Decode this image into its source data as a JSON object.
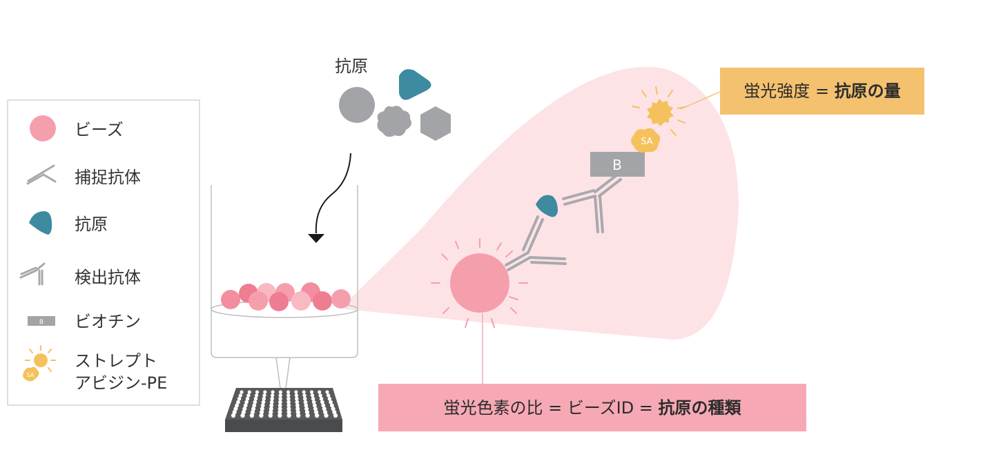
{
  "legend": {
    "items": [
      {
        "label": "ビーズ",
        "icon": "bead-icon"
      },
      {
        "label": "捕捉抗体",
        "icon": "capture-antibody-icon"
      },
      {
        "label": "抗原",
        "icon": "antigen-icon"
      },
      {
        "label": "検出抗体",
        "icon": "detection-antibody-icon"
      },
      {
        "label": "ビオチン",
        "icon": "biotin-icon"
      },
      {
        "label": "ストレプト",
        "icon": "streptavidin-pe-icon"
      },
      {
        "label": "アビジン-PE",
        "icon": ""
      }
    ],
    "biotin_symbol": "B",
    "sa_symbol": "SA"
  },
  "antigen_label": "抗原",
  "zoom": {
    "biotin_label": "B",
    "sa_label": "SA"
  },
  "callouts": {
    "intensity": {
      "text": "蛍光強度 = ",
      "bold": "抗原の量"
    },
    "bead_id": {
      "text": "蛍光色素の比 = ビーズID = ",
      "bold": "抗原の種類"
    }
  },
  "colors": {
    "bead": "#f59fac",
    "bead_dark": "#ee7d91",
    "bead_light": "#f8b9c3",
    "antigen_teal": "#3e8aa0",
    "antigen_gray": "#a3a4a7",
    "antibody_gray": "#a8a9ad",
    "pe_yellow": "#f4c15c",
    "zoom_cone": "#fde3e6",
    "callout_orange": "#f4c16f",
    "callout_pink": "#f6a9b5",
    "plate": "#58595b"
  }
}
